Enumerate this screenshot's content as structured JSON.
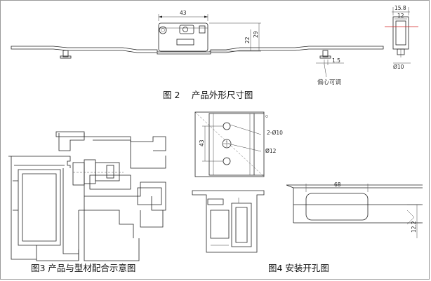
{
  "figure2": {
    "caption": "图 2　 产品外形尺寸图",
    "dim_width": "43",
    "dim_height_22": "22",
    "dim_height_29": "29",
    "dim_offset": "1.5",
    "note": "偏心可调",
    "side_dim_15_8": "15.8",
    "side_dim_12": "12",
    "side_dim_dia10": "Ø10"
  },
  "figure3": {
    "caption": "图3 产品与型材配合示意图"
  },
  "figure_holes": {
    "dim_43": "43",
    "hole_label_1": "2-Ø10",
    "hole_label_2": "Ø12"
  },
  "figure4": {
    "caption": "图4 安装开孔图",
    "dim_68": "68",
    "dim_12_2": "12.2"
  }
}
